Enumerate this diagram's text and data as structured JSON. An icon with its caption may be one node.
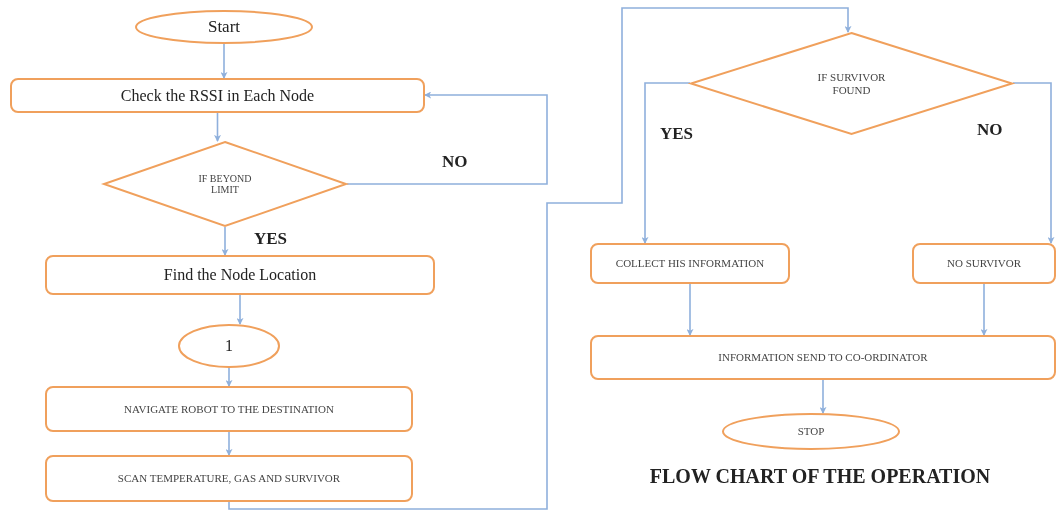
{
  "diagram": {
    "title": "FLOW CHART OF THE OPERATION",
    "nodes": [
      {
        "text": [
          "Start"
        ]
      },
      {
        "text": [
          "Check the RSSI in Each Node"
        ]
      },
      {
        "text": [
          "IF BEYOND LIMIT"
        ]
      },
      {
        "text": [
          "Find the Node Location"
        ]
      },
      {
        "text": [
          "1"
        ]
      },
      {
        "text": [
          "NAVIGATE ROBOT TO THE DESTINATION"
        ]
      },
      {
        "text": [
          "SCAN TEMPERATURE, GAS AND SURVIVOR"
        ]
      },
      {
        "text": [
          "IF SURVIVOR FOUND"
        ]
      },
      {
        "text": [
          "COLLECT HIS INFORMATION"
        ]
      },
      {
        "text": [
          "NO SURVIVOR"
        ]
      },
      {
        "text": [
          "INFORMATION SEND TO CO-ORDINATOR"
        ]
      },
      {
        "text": [
          "STOP"
        ]
      }
    ],
    "edges": [
      {
        "from": 0,
        "to": 1,
        "arrow": "to"
      },
      {
        "from": 1,
        "to": 2,
        "arrow": "to"
      },
      {
        "from": 2,
        "to": 1,
        "arrow": "to",
        "label": "NO"
      },
      {
        "from": 2,
        "to": 3,
        "arrow": "to",
        "label": "YES"
      },
      {
        "from": 3,
        "to": 4,
        "arrow": "to"
      },
      {
        "from": 4,
        "to": 5,
        "arrow": "to"
      },
      {
        "from": 5,
        "to": 6,
        "arrow": "to"
      },
      {
        "from": 6,
        "to": 7,
        "arrow": "to"
      },
      {
        "from": 7,
        "to": 8,
        "arrow": "to",
        "label": "YES"
      },
      {
        "from": 7,
        "to": 9,
        "arrow": "to",
        "label": "NO"
      },
      {
        "from": 8,
        "to": 10,
        "arrow": "to"
      },
      {
        "from": 9,
        "to": 10,
        "arrow": "to"
      },
      {
        "from": 10,
        "to": 11,
        "arrow": "to"
      }
    ]
  }
}
